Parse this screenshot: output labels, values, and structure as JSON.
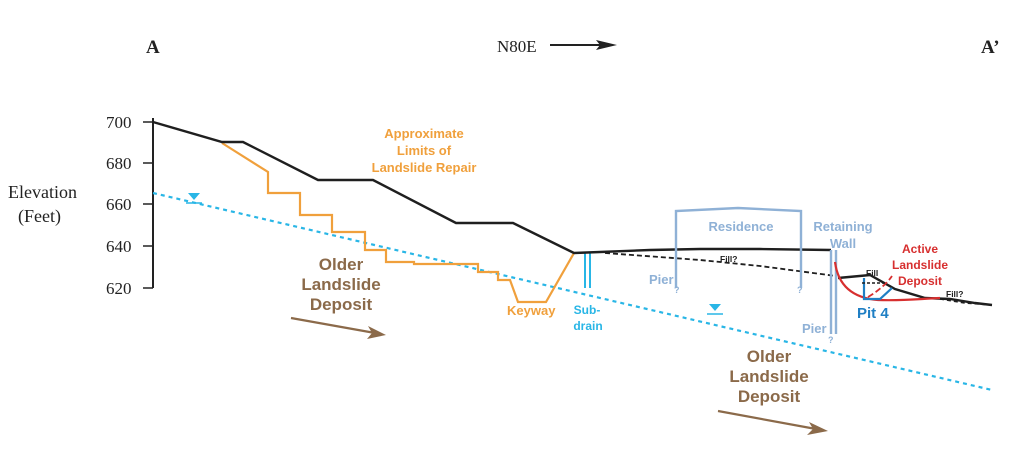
{
  "section": {
    "start_label": "A",
    "end_label": "A’",
    "orientation": "N80E"
  },
  "axis": {
    "title_line1": "Elevation",
    "title_line2": "(Feet)",
    "ticks": [
      "700",
      "680",
      "660",
      "640",
      "620"
    ]
  },
  "labels": {
    "repair_line1": "Approximate",
    "repair_line2": "Limits of",
    "repair_line3": "Landslide Repair",
    "older_left_line1": "Older",
    "older_left_line2": "Landslide",
    "older_left_line3": "Deposit",
    "keyway": "Keyway",
    "subdrain_line1": "Sub-",
    "subdrain_line2": "drain",
    "residence": "Residence",
    "retaining_line1": "Retaining",
    "retaining_line2": "Wall",
    "pier_left": "Pier",
    "pier_right": "Pier",
    "question_mark": "?",
    "fill_q_mid": "Fill?",
    "fill_small": "Fill",
    "fill_q_right": "Fill?",
    "active_line1": "Active",
    "active_line2": "Landslide",
    "active_line3": "Deposit",
    "pit": "Pit 4",
    "older_right_line1": "Older",
    "older_right_line2": "Landslide",
    "older_right_line3": "Deposit"
  },
  "colors": {
    "ground": "#1f1f1f",
    "repair": "#f0a03c",
    "water": "#29b6e6",
    "structure": "#8fb1d6",
    "older_deposit": "#8b6a4a",
    "active_deposit": "#d72f2f",
    "pit": "#1f7fc4"
  }
}
